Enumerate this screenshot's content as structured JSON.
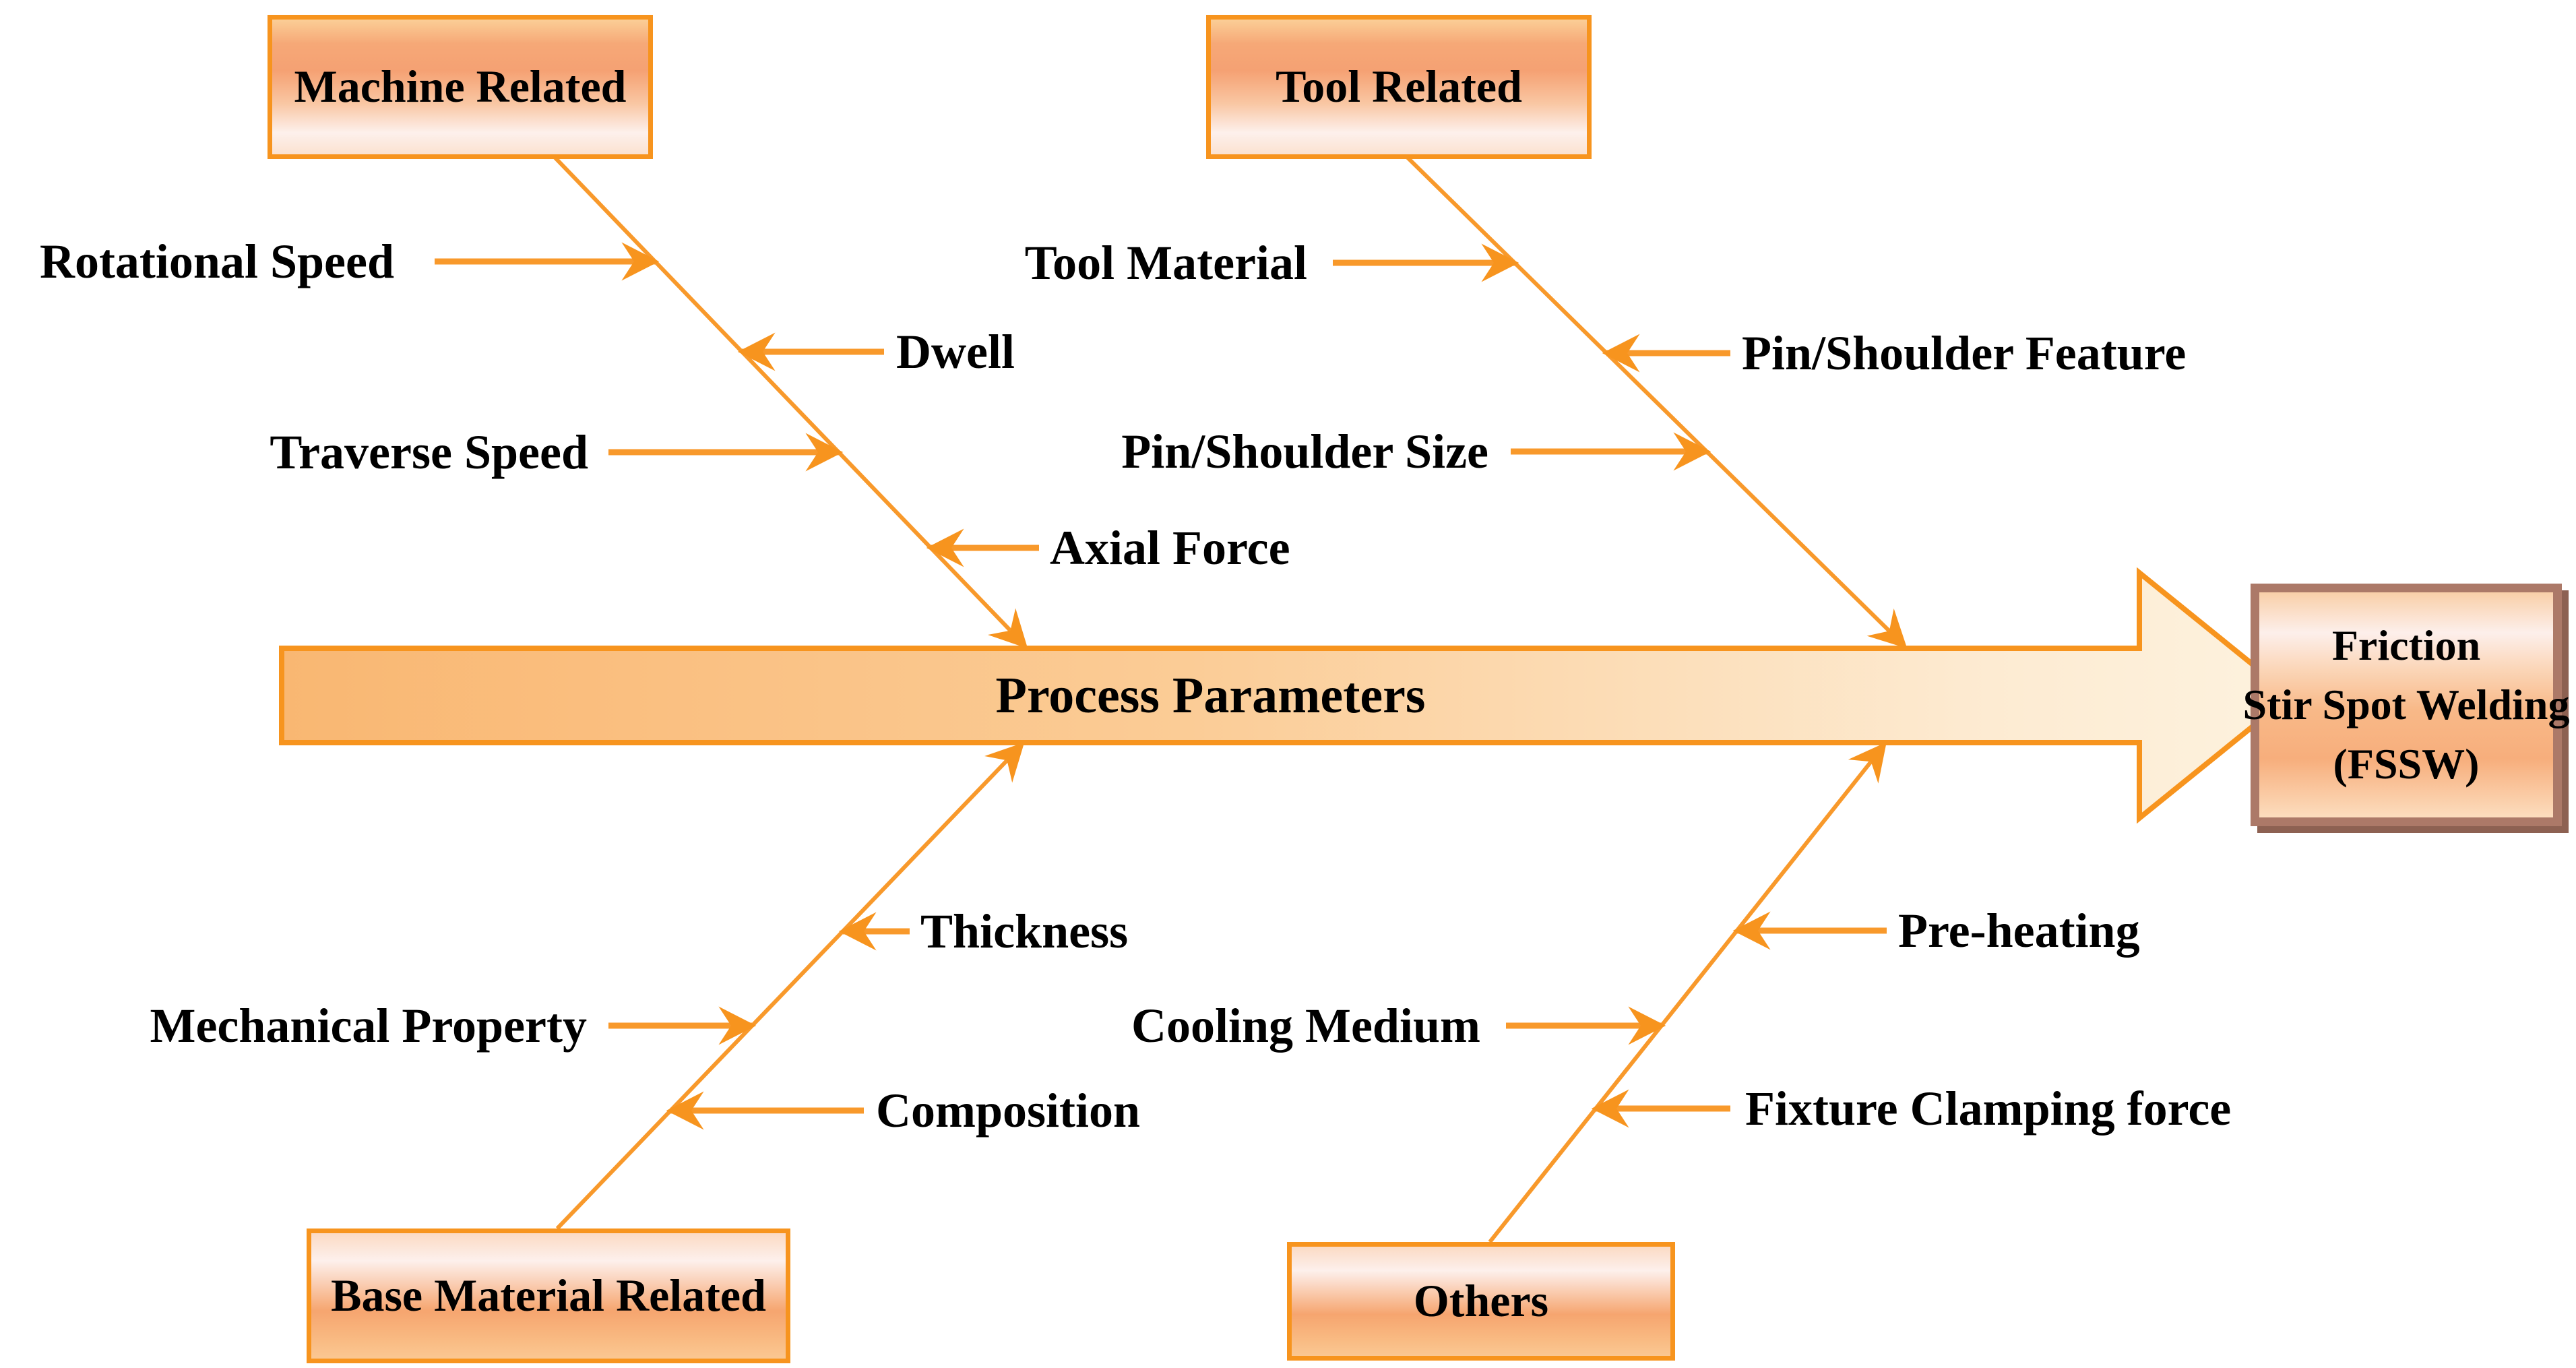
{
  "spine": {
    "label": "Process Parameters"
  },
  "effect": {
    "line1": "Friction",
    "line2": "Stir Spot Welding",
    "line3": "(FSSW)"
  },
  "branches": {
    "machine": {
      "title": "Machine Related",
      "causes": {
        "rotational_speed": "Rotational Speed",
        "dwell": "Dwell",
        "traverse_speed": "Traverse Speed",
        "axial_force": "Axial Force"
      }
    },
    "tool": {
      "title": "Tool Related",
      "causes": {
        "tool_material": "Tool Material",
        "pin_shoulder_feature": "Pin/Shoulder Feature",
        "pin_shoulder_size": "Pin/Shoulder Size"
      }
    },
    "base_material": {
      "title": "Base Material Related",
      "causes": {
        "thickness": "Thickness",
        "mechanical_property": "Mechanical Property",
        "composition": "Composition"
      }
    },
    "others": {
      "title": "Others",
      "causes": {
        "pre_heating": "Pre-heating",
        "cooling_medium": "Cooling Medium",
        "fixture_clamping_force": "Fixture Clamping force"
      }
    }
  },
  "colors": {
    "accent_orange": "#F7941E",
    "box_border_orange": "#F7941E",
    "effect_border_brown": "#AC7968",
    "effect_shadow": "#8D6152",
    "spine_fill_left": "#FBC286",
    "spine_fill_right": "#FDF2DE",
    "text": "#000000",
    "background": "#FFFFFF"
  }
}
